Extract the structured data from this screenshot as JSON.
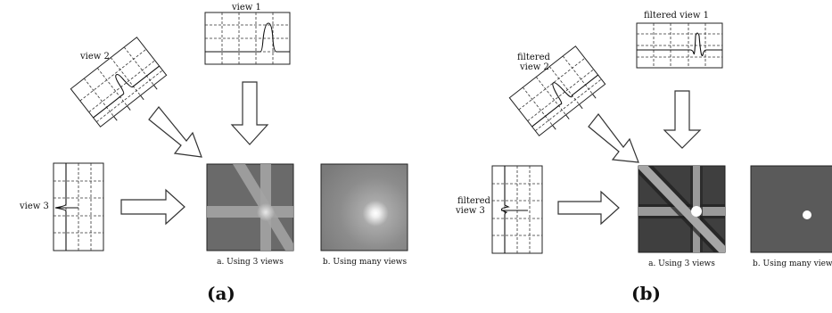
{
  "panel_a": {
    "label": "(a)",
    "view1_label": "view 1",
    "view2_label": "view 2",
    "view3_label": "view 3",
    "caption_3": "a.  Using 3 views",
    "caption_many": "b.  Using many views"
  },
  "panel_b": {
    "label": "(b)",
    "view1_label": "filtered view 1",
    "view2_label_line1": "filtered",
    "view2_label_line2": "view 2",
    "view3_label_line1": "filtered",
    "view3_label_line2": "view 3",
    "caption_3": "a.  Using 3 views",
    "caption_many": "b.  Using many views"
  },
  "colors": {
    "gray_background_a": "#6a6a6a",
    "gray_background_b": "#4a4a4a",
    "beam_a": "#b8b8b8",
    "beam_b": "#9a9a9a",
    "grid_line": "#222222",
    "arrow_stroke": "#333333",
    "arrow_fill": "#ffffff"
  }
}
